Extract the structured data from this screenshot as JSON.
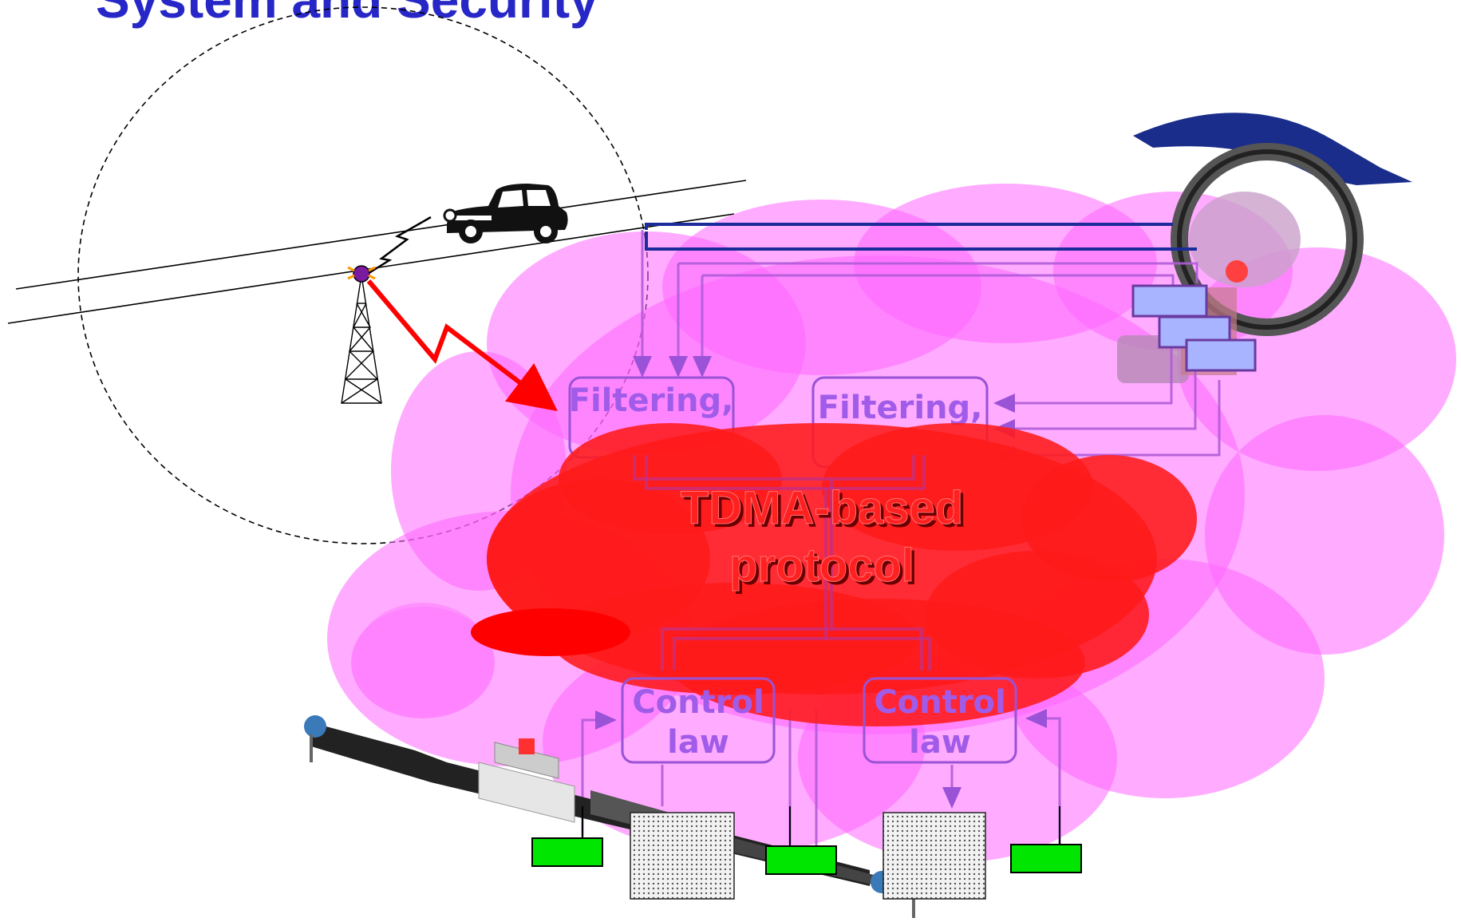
{
  "title": {
    "text": "System and Security"
  },
  "cloud_label": {
    "line1": "TDMA-based",
    "line2": "protocol"
  },
  "filter_boxes": [
    {
      "line1": "Filtering,",
      "line2": "…"
    },
    {
      "line1": "Filtering,",
      "line2": "…"
    }
  ],
  "control_boxes": [
    {
      "line1": "Control",
      "line2": "law"
    },
    {
      "line1": "Control",
      "line2": "law"
    }
  ],
  "colors": {
    "title": "#2727c8",
    "pink_cloud": "#ff66ff",
    "red_cloud": "#ff1a1a",
    "box_border": "#9a52d6",
    "box_text": "#a05ce8",
    "network_lines": "#b05cd8",
    "blue_line": "#1c2b9a",
    "sensor_green": "#00e600",
    "sensor_blue": "#a8b4ff",
    "wireless_red": "#ff0000",
    "label_red": "#ff2020",
    "label_shadow": "#6a0000",
    "steering_arrow": "#1a2d8a"
  },
  "icons": {
    "vehicle": "vintage-car-icon",
    "antenna": "radio-tower-icon",
    "steering": "steering-wheel-icon",
    "steering_arrow": "curved-arrow-icon",
    "wireless": "lightning-link-icon",
    "rack": "steering-rack-icon"
  }
}
